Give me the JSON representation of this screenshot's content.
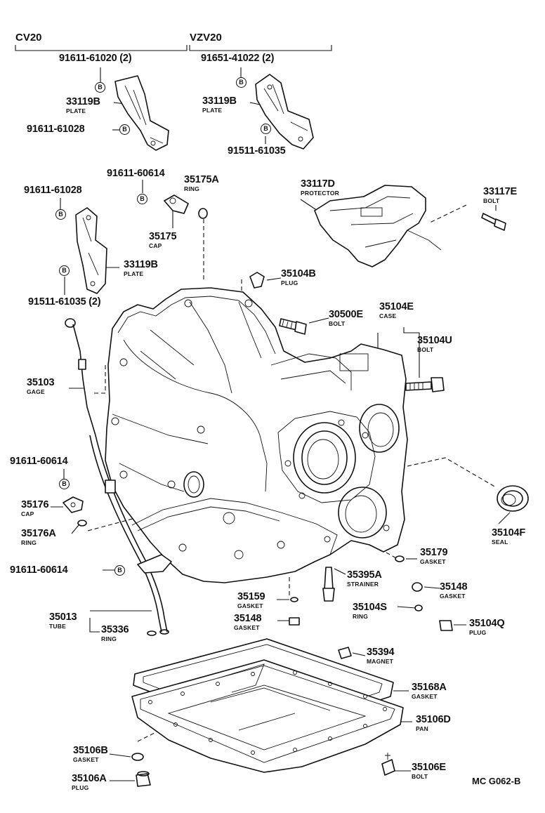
{
  "variants": {
    "left": "CV20",
    "right": "VZV20"
  },
  "bolt_marker": "B",
  "drawing_code": "MC G062-B",
  "labels": {
    "b_91611_61020": {
      "num": "91611-61020 (2)"
    },
    "b_91651_41022": {
      "num": "91651-41022 (2)"
    },
    "p33119b_a": {
      "num": "33119B",
      "sub": "PLATE"
    },
    "p33119b_b": {
      "num": "33119B",
      "sub": "PLATE"
    },
    "p33119b_c": {
      "num": "33119B",
      "sub": "PLATE"
    },
    "b_91611_61028_a": {
      "num": "91611-61028"
    },
    "b_91511_61035_a": {
      "num": "91511-61035"
    },
    "b_91611_60614_a": {
      "num": "91611-60614"
    },
    "p35175a": {
      "num": "35175A",
      "sub": "RING"
    },
    "p33117d": {
      "num": "33117D",
      "sub": "PROTECTOR"
    },
    "p33117e": {
      "num": "33117E",
      "sub": "BOLT"
    },
    "b_91611_61028_b": {
      "num": "91611-61028"
    },
    "p35175": {
      "num": "35175",
      "sub": "CAP"
    },
    "p35104b": {
      "num": "35104B",
      "sub": "PLUG"
    },
    "b_91511_61035_b": {
      "num": "91511-61035 (2)"
    },
    "p30500e": {
      "num": "30500E",
      "sub": "BOLT"
    },
    "p35104e": {
      "num": "35104E",
      "sub": "CASE"
    },
    "p35104u": {
      "num": "35104U",
      "sub": "BOLT"
    },
    "p35103": {
      "num": "35103",
      "sub": "GAGE"
    },
    "b_91611_60614_b": {
      "num": "91611-60614"
    },
    "p35176": {
      "num": "35176",
      "sub": "CAP"
    },
    "p35176a": {
      "num": "35176A",
      "sub": "RING"
    },
    "p35104f": {
      "num": "35104F",
      "sub": "SEAL"
    },
    "p35179": {
      "num": "35179",
      "sub": "GASKET"
    },
    "b_91611_60614_c": {
      "num": "91611-60614"
    },
    "p35395a": {
      "num": "35395A",
      "sub": "STRAINER"
    },
    "p35159": {
      "num": "35159",
      "sub": "GASKET"
    },
    "p35148_a": {
      "num": "35148",
      "sub": "GASKET"
    },
    "p35104s": {
      "num": "35104S",
      "sub": "RING"
    },
    "p35013": {
      "num": "35013",
      "sub": "TUBE"
    },
    "p35336": {
      "num": "35336",
      "sub": "RING"
    },
    "p35148_b": {
      "num": "35148",
      "sub": "GASKET"
    },
    "p35104q": {
      "num": "35104Q",
      "sub": "PLUG"
    },
    "p35394": {
      "num": "35394",
      "sub": "MAGNET"
    },
    "p35168a": {
      "num": "35168A",
      "sub": "GASKET"
    },
    "p35106d": {
      "num": "35106D",
      "sub": "PAN"
    },
    "p35106b": {
      "num": "35106B",
      "sub": "GASKET"
    },
    "p35106e": {
      "num": "35106E",
      "sub": "BOLT"
    },
    "p35106a": {
      "num": "35106A",
      "sub": "PLUG"
    }
  }
}
